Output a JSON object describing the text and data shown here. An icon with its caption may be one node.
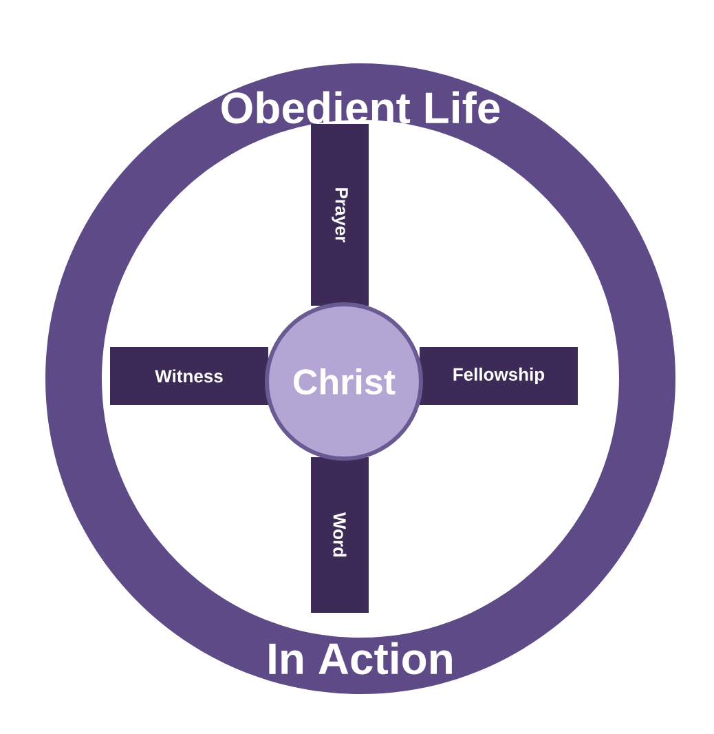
{
  "diagram": {
    "nodes": [
      {
        "text": [
          "Obedient Life",
          "In Action"
        ]
      },
      {
        "text": [
          "Prayer"
        ],
        "in": 0
      },
      {
        "text": [
          "Witness"
        ],
        "in": 0
      },
      {
        "text": [
          "Fellowship"
        ],
        "in": 0
      },
      {
        "text": [
          "Word"
        ],
        "in": 0
      },
      {
        "text": [
          "Christ"
        ],
        "in": 0
      }
    ]
  }
}
